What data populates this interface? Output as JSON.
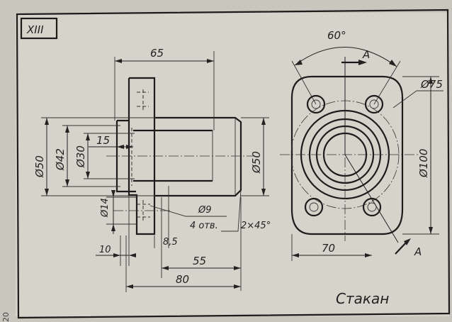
{
  "sheet_label": "XIII",
  "title": "Стакан",
  "page_number": "20",
  "dimensions": {
    "d65": "65",
    "d15": "15",
    "d50_left": "Ø50",
    "d42": "Ø42",
    "d30": "Ø30",
    "d50_right": "Ø50",
    "d14": "Ø14",
    "hole_dia": "Ø9",
    "hole_count": "4 отв.",
    "chamfer": "2×45°",
    "d8_5": "8,5",
    "d10": "10",
    "d55": "55",
    "d80": "80",
    "angle": "60°",
    "d75": "Ø75",
    "d100": "Ø100",
    "d70": "70",
    "section_mark": "A"
  }
}
